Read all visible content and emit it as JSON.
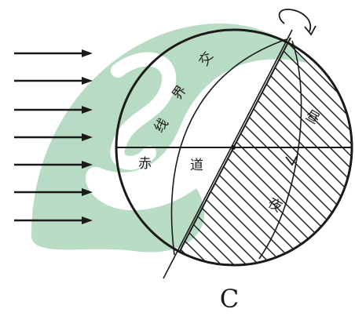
{
  "figure": {
    "letter": "C",
    "labels": {
      "terminator_top": "交",
      "terminator_mid": "界",
      "terminator_low": "线",
      "equator_left": "赤",
      "equator_right": "道",
      "night_upper": "昼",
      "night_lower": "夜"
    }
  },
  "colors": {
    "watermark": "#5fa878",
    "ink": "#1a1a1a"
  },
  "sunlight_arrows": {
    "count": 7
  }
}
